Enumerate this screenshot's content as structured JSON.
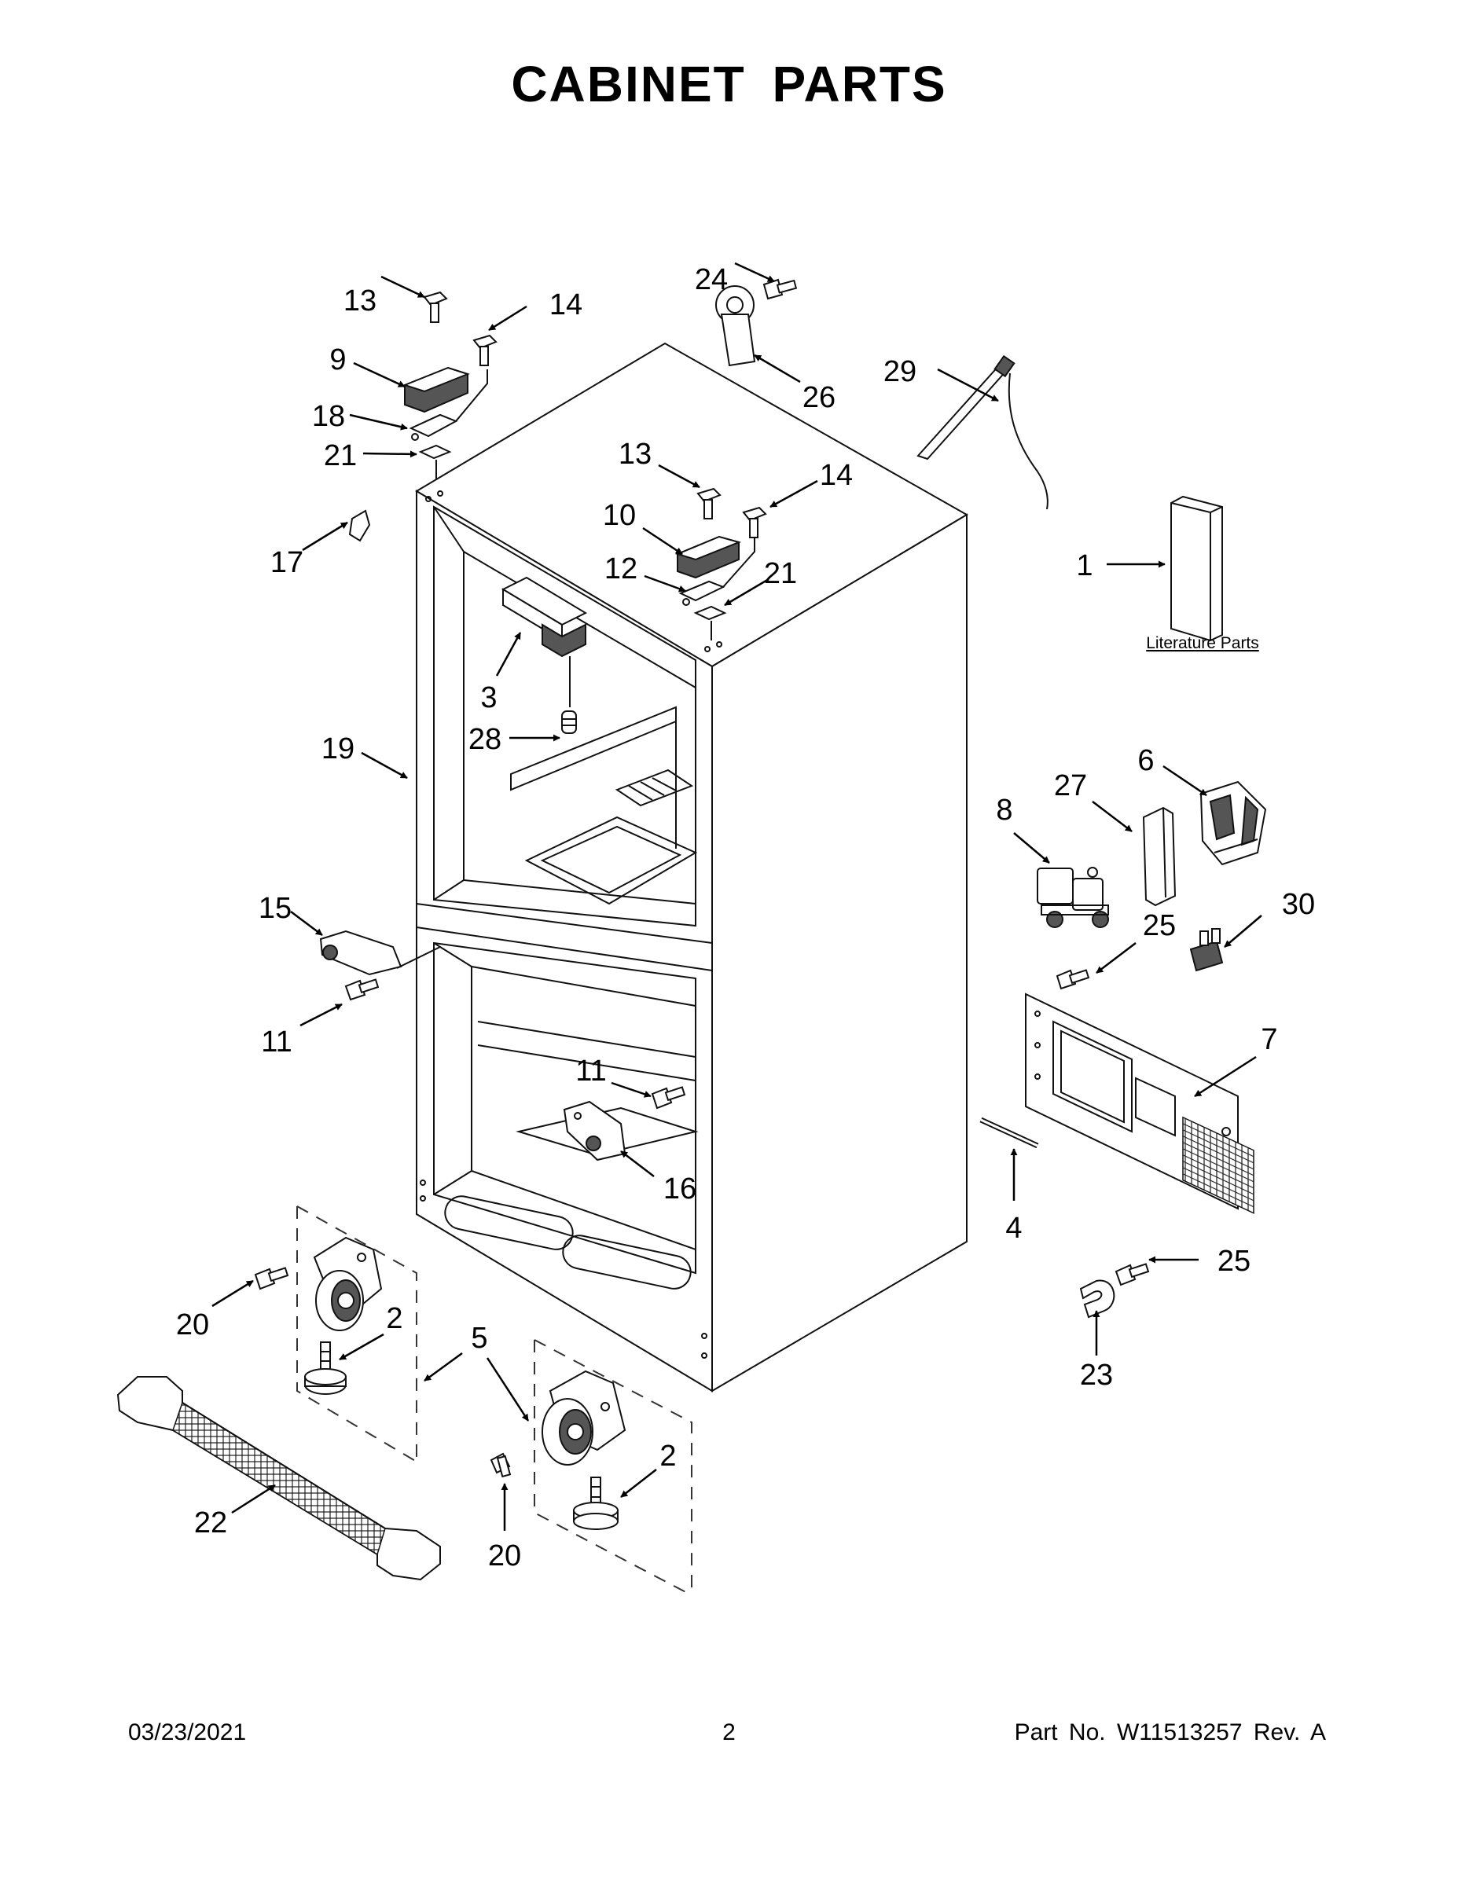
{
  "title": "CABINET PARTS",
  "literature_label": "Literature Parts",
  "callouts": [
    "13",
    "14",
    "24",
    "9",
    "26",
    "29",
    "18",
    "21",
    "13",
    "14",
    "17",
    "10",
    "12",
    "21",
    "1",
    "3",
    "28",
    "19",
    "27",
    "6",
    "8",
    "15",
    "25",
    "30",
    "11",
    "7",
    "11",
    "16",
    "4",
    "25",
    "20",
    "2",
    "5",
    "23",
    "2",
    "22",
    "20"
  ],
  "footer": {
    "date": "03/23/2021",
    "page": "2",
    "part_number": "Part No.  W11513257  Rev.  A"
  }
}
